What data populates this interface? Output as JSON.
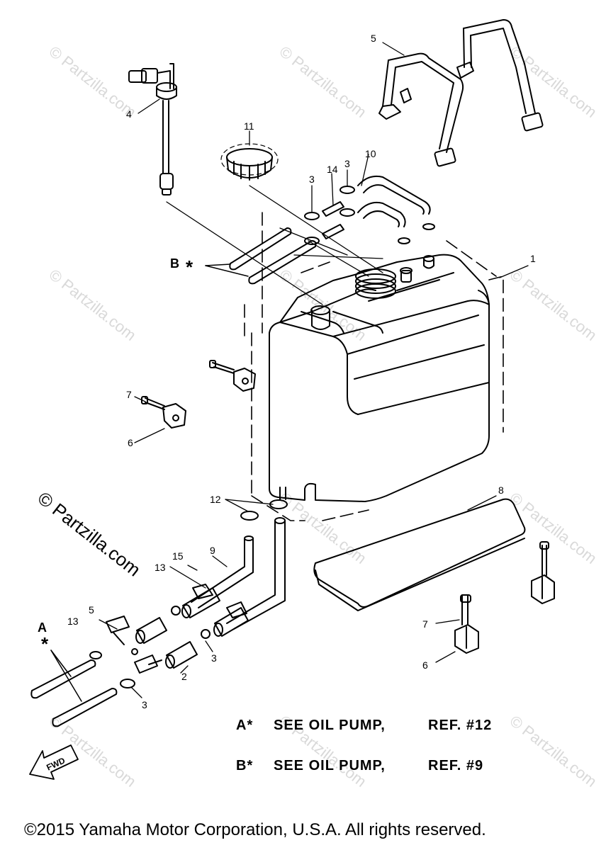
{
  "watermark": "© Partzilla.com",
  "callouts": {
    "c1": "1",
    "c2": "2",
    "c3a": "3",
    "c3b": "3",
    "c3c": "3",
    "c3d": "3",
    "c4": "4",
    "c5": "5",
    "c5b": "5",
    "c6a": "6",
    "c6b": "6",
    "c7a": "7",
    "c7b": "7",
    "c8": "8",
    "c9": "9",
    "c10": "10",
    "c11": "11",
    "c12": "12",
    "c13a": "13",
    "c13b": "13",
    "c14": "14",
    "c15": "15"
  },
  "refs": {
    "a": "A",
    "b": "B",
    "star": "*"
  },
  "notes": {
    "a_label": "A*",
    "a_text": "SEE OIL PUMP,",
    "a_ref": "REF. #12",
    "b_label": "B*",
    "b_text": "SEE OIL PUMP,",
    "b_ref": "REF. #9"
  },
  "fwd": "FWD",
  "copyright": "©2015 Yamaha Motor Corporation, U.S.A. All rights reserved."
}
